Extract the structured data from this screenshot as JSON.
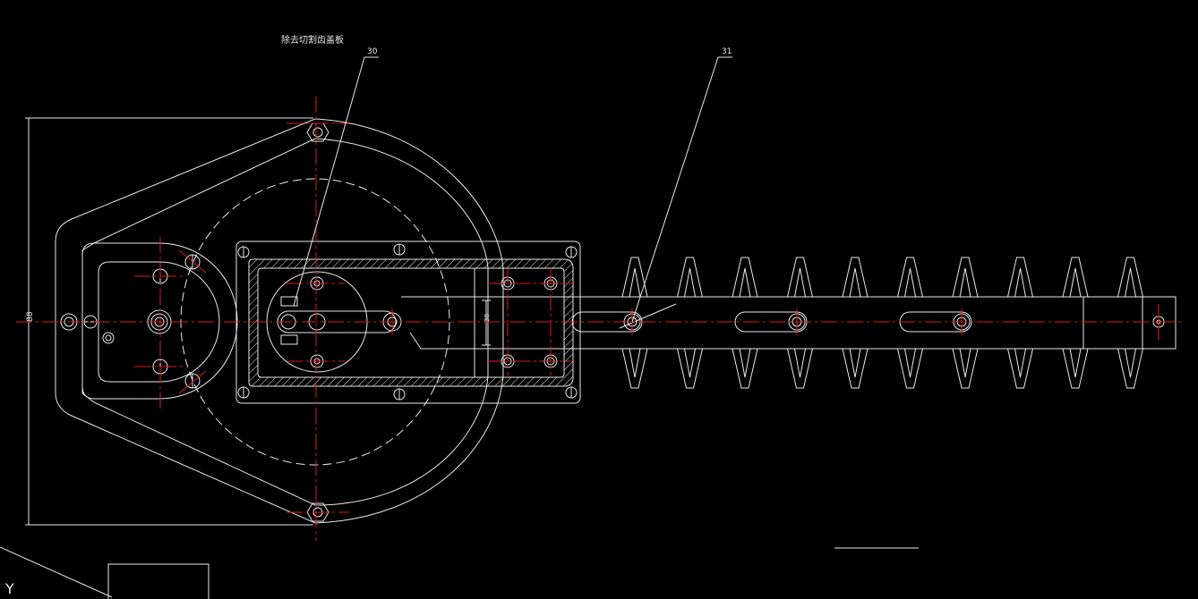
{
  "drawing": {
    "note_text": "除去切割齿盖板",
    "callouts": [
      {
        "label": "30"
      },
      {
        "label": "31"
      }
    ],
    "dimensions": {
      "left_height": "88",
      "slot_width": "30"
    },
    "ucs_axis_label": "Y"
  }
}
